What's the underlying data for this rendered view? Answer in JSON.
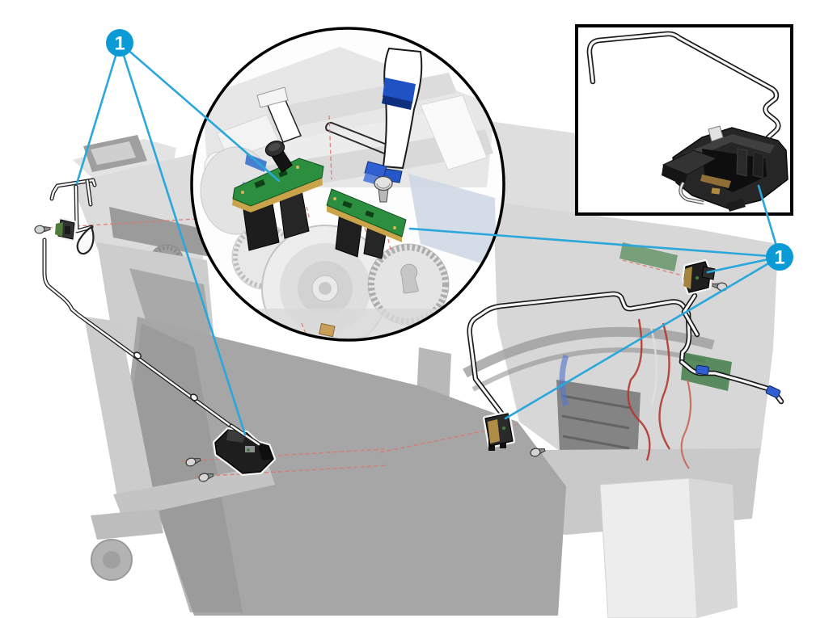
{
  "diagram": {
    "type": "exploded-parts-diagram",
    "callouts": {
      "left": {
        "label": "1"
      },
      "right": {
        "label": "1"
      }
    },
    "colors": {
      "callout_badge": "#0a9bd6",
      "callout_label": "#ffffff",
      "leader_line": "#2aa7db",
      "alignment_line": "#e0756b",
      "part_outline": "#1a1a1a",
      "pcb_green": "#2c8f3f",
      "pcb_edge_gold": "#c9a44a",
      "flex_blue": "#1f53c4",
      "connector_blue": "#2f5fd0",
      "canvas_background": "#ffffff"
    }
  }
}
